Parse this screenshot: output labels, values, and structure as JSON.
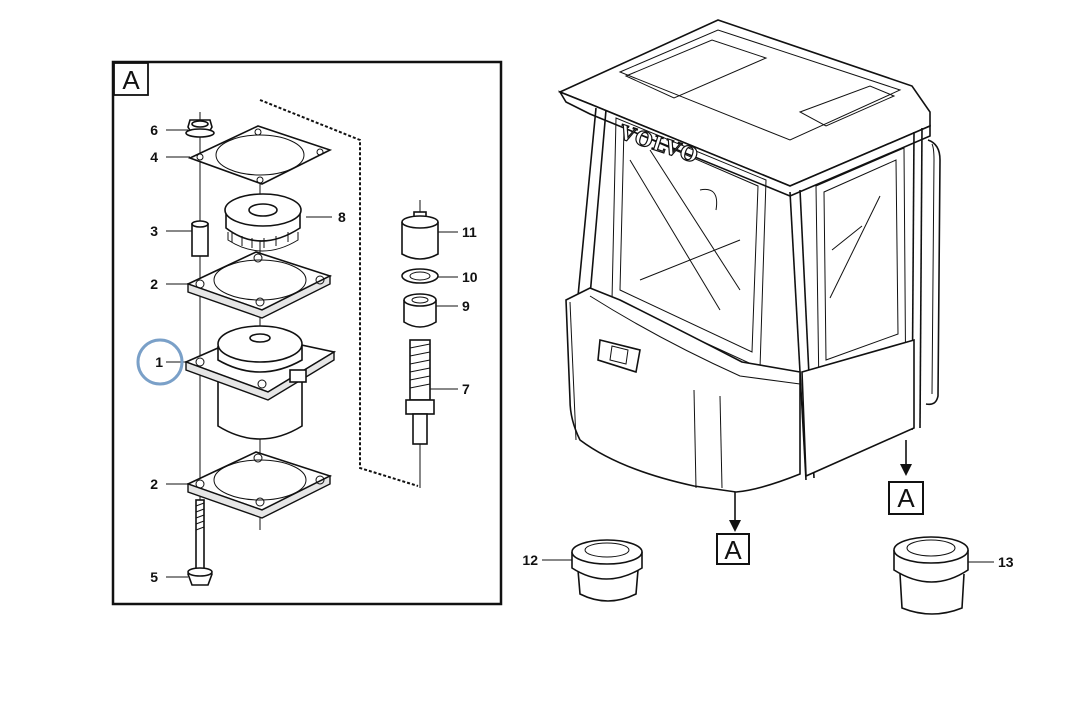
{
  "detail": {
    "ref_letter": "A",
    "labels": {
      "p6": "6",
      "p4": "4",
      "p3": "3",
      "p8": "8",
      "p2a": "2",
      "p1": "1",
      "p2b": "2",
      "p5": "5",
      "p11": "11",
      "p10": "10",
      "p9": "9",
      "p7": "7"
    }
  },
  "cab": {
    "logo_text": "VOLVO",
    "ref_marks": [
      "A",
      "A"
    ]
  },
  "bushings": {
    "p12": "12",
    "p13": "13"
  },
  "highlight": {
    "color": "#7aa0c8"
  }
}
